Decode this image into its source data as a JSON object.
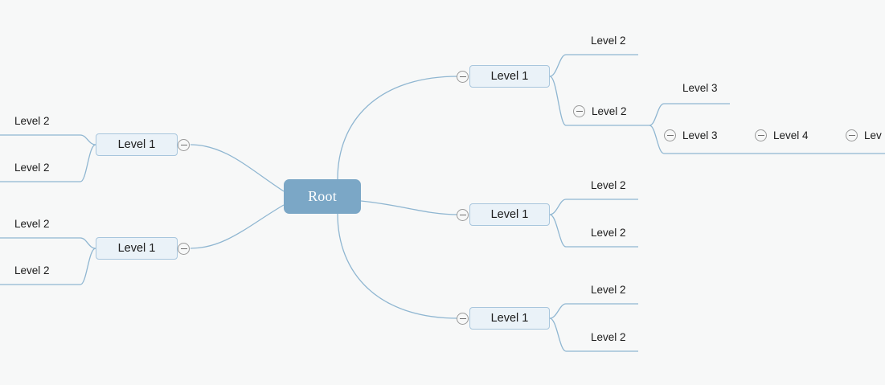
{
  "app": {
    "view_name": "mind-map-canvas",
    "background_color": "#f7f8f8"
  },
  "theme": {
    "root_fill": "#7ba7c6",
    "root_text": "#ffffff",
    "level1_fill": "#eaf2f8",
    "level1_border": "#a8c6dd",
    "connector_color": "#8fb6d1",
    "text_color": "#1b1b1b",
    "toggle_border": "#9a9a9a"
  },
  "icons": {
    "collapse": "collapse-toggle-icon"
  },
  "root": {
    "label": "Root"
  },
  "nodes": {
    "left_upper_branch": {
      "level1": "Level 1",
      "child_1": "Level 2",
      "child_2": "Level 2"
    },
    "left_lower_branch": {
      "level1": "Level 1",
      "child_1": "Level 2",
      "child_2": "Level 2"
    },
    "right_top_branch": {
      "level1": "Level 1",
      "child_1": "Level 2",
      "child_2": "Level 2",
      "grandchild_1": "Level 3",
      "grandchild_2": "Level 3",
      "great_grandchild": "Level 4",
      "great_great_grandchild": "Lev"
    },
    "right_middle_branch": {
      "level1": "Level 1",
      "child_1": "Level 2",
      "child_2": "Level 2"
    },
    "right_bottom_branch": {
      "level1": "Level 1",
      "child_1": "Level 2",
      "child_2": "Level 2"
    }
  }
}
